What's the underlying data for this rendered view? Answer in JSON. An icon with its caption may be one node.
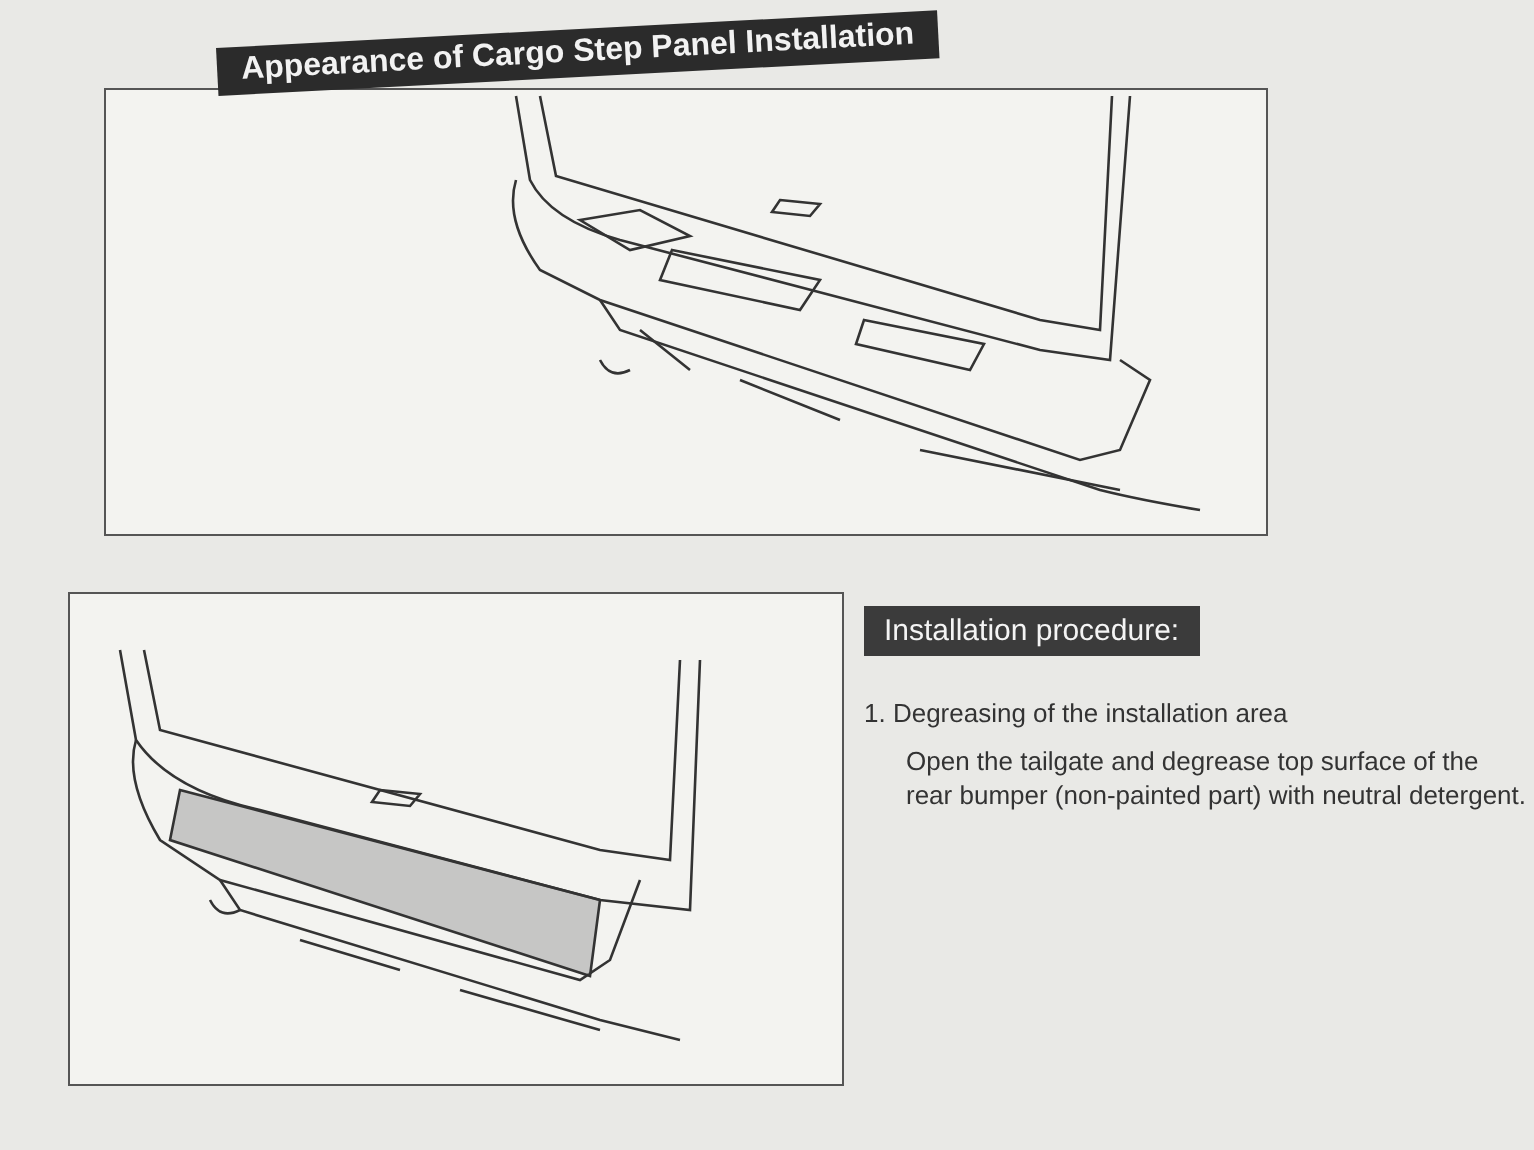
{
  "diagram": {
    "title": "Appearance of Cargo Step Panel Installation",
    "labels": [
      "Installation procedure:",
      "1. Degreasing of the installation area",
      "Open the tailgate and degrease top surface of the rear bumper (non-painted part) with neutral detergent."
    ]
  }
}
